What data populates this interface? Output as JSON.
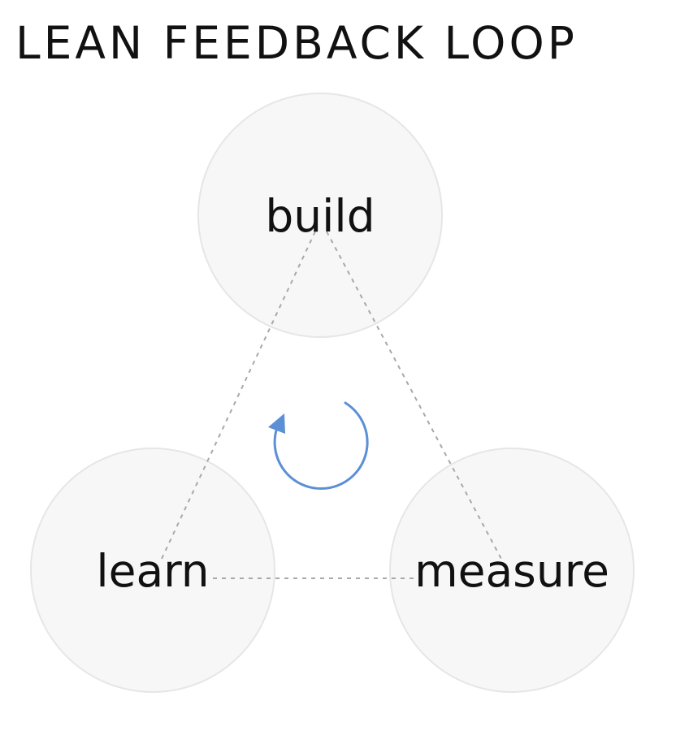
{
  "title": "LEAN FEEDBACK LOOP",
  "nodes": [
    {
      "id": "build",
      "label": "build"
    },
    {
      "id": "learn",
      "label": "learn"
    },
    {
      "id": "measure",
      "label": "measure"
    }
  ],
  "cycle_icon": "circular-arrow-icon",
  "colors": {
    "node_fill": "#f7f7f7",
    "node_stroke": "#e6e6e6",
    "connector": "#a8a8a8",
    "cycle_arrow": "#5b8fd6",
    "text": "#111111"
  }
}
